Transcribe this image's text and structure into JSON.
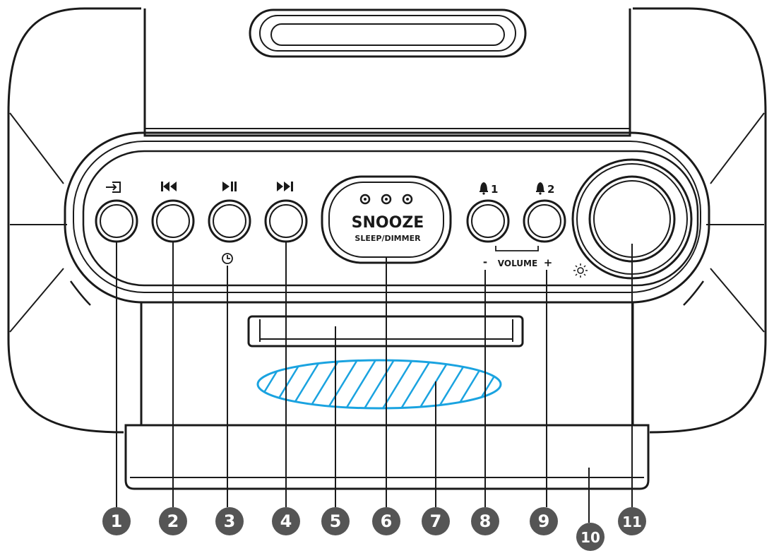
{
  "snooze": {
    "label": "SNOOZE",
    "sublabel": "SLEEP/DIMMER"
  },
  "buttons": {
    "alarm1_mark": "1",
    "alarm2_mark": "2"
  },
  "volume": {
    "label": "VOLUME",
    "minus": "-",
    "plus": "+"
  },
  "callouts": [
    "1",
    "2",
    "3",
    "4",
    "5",
    "6",
    "7",
    "8",
    "9",
    "10",
    "11"
  ],
  "colors": {
    "ink": "#1a1a1a",
    "callout": "#555555",
    "hatch": "#1aa3e0",
    "hatch_fill": "#bfe6f7"
  }
}
